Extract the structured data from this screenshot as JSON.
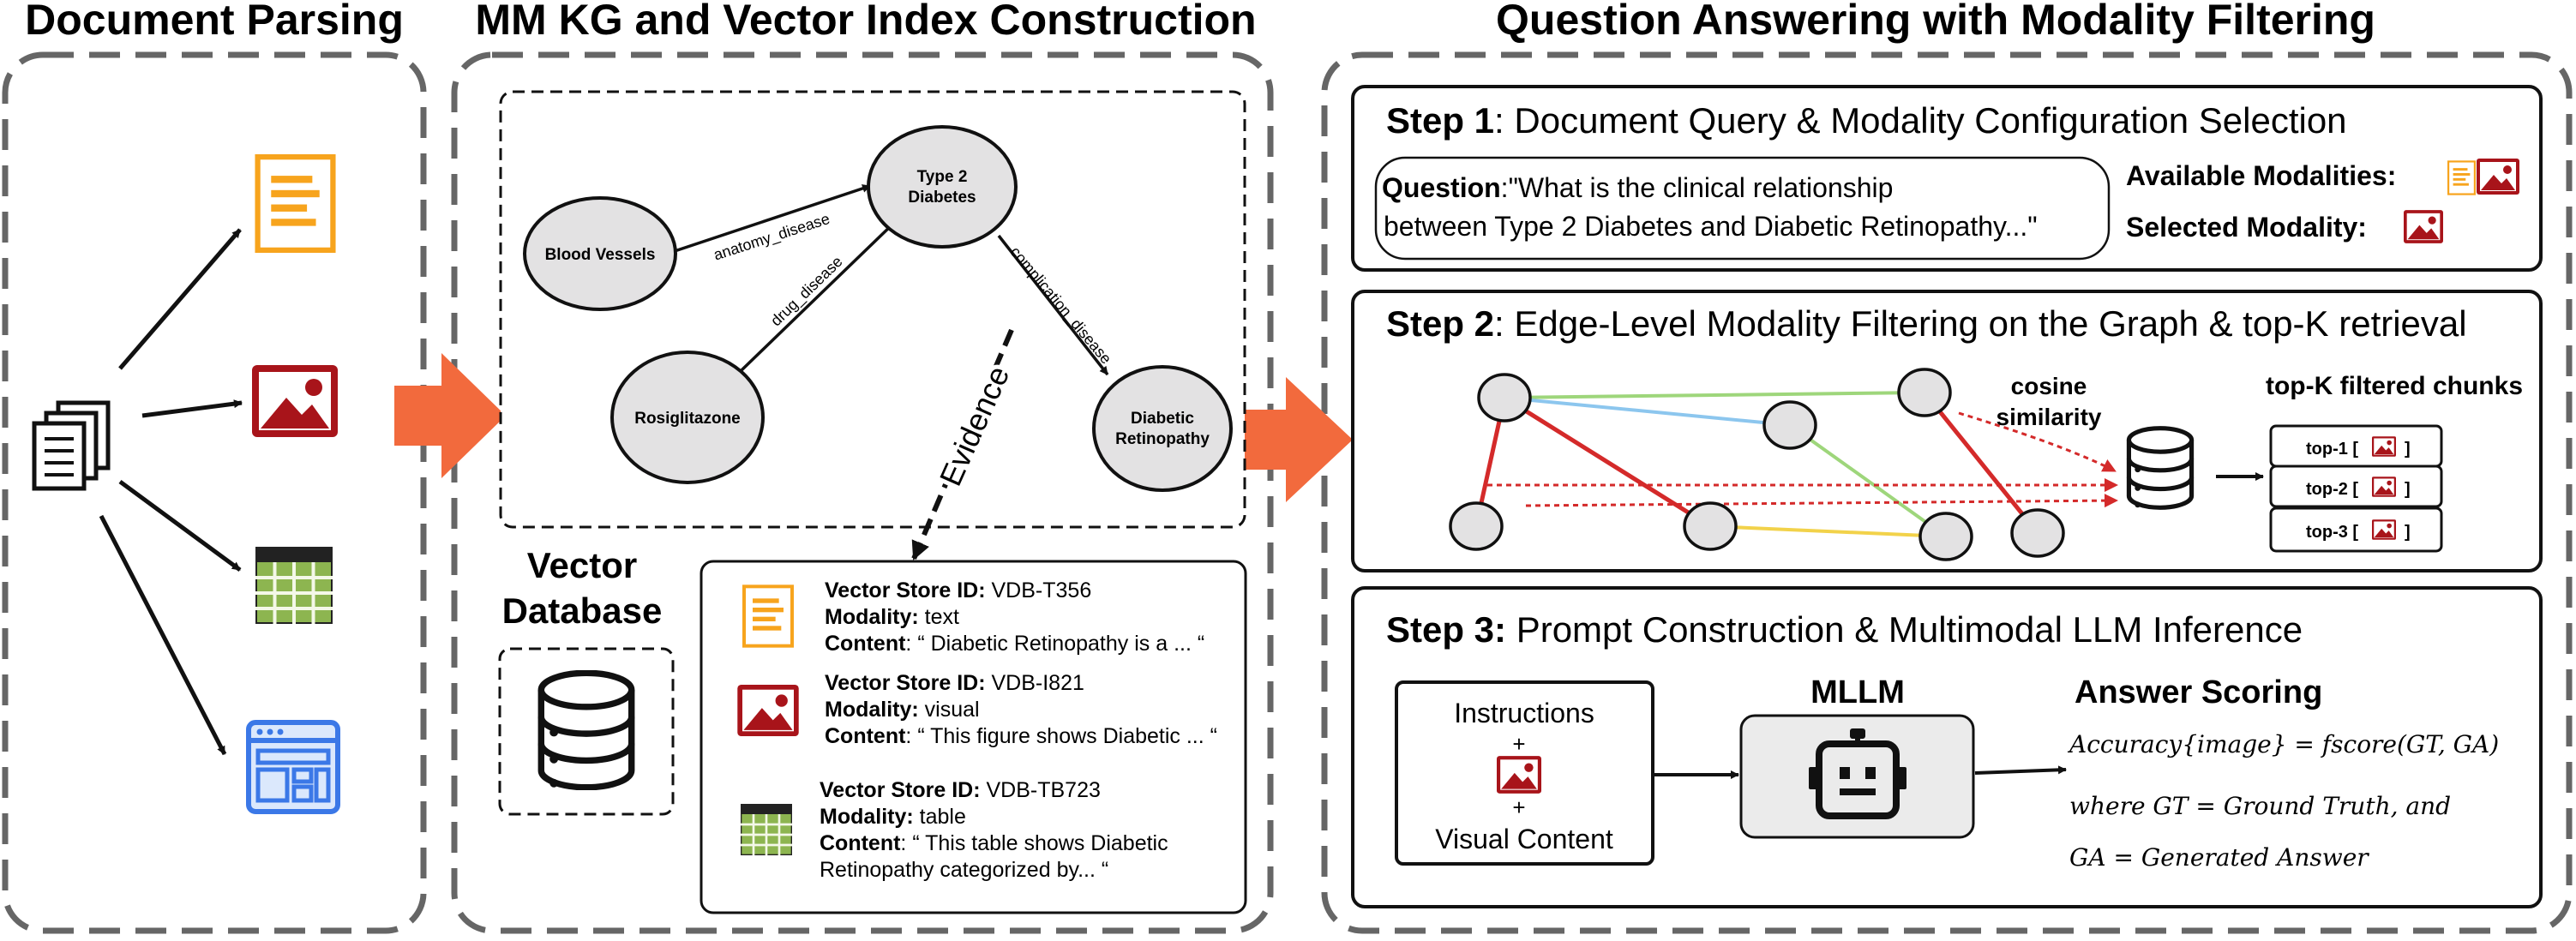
{
  "sections": {
    "parsing": {
      "title": "Document Parsing"
    },
    "kg": {
      "title": "MM KG and Vector Index Construction"
    },
    "qa": {
      "title": "Question Answering with Modality Filtering"
    }
  },
  "graph": {
    "nodes": {
      "blood_vessels": "Blood Vessels",
      "type2_line1": "Type 2",
      "type2_line2": "Diabetes",
      "rosiglitazone": "Rosiglitazone",
      "retinopathy_line1": "Diabetic",
      "retinopathy_line2": "Retinopathy"
    },
    "edges": {
      "anatomy_disease": "anatomy_disease",
      "drug_disease": "drug_disease",
      "complication_disease": "complication_disease"
    },
    "evidence_label": "Evidence"
  },
  "vector_db": {
    "label_line1": "Vector",
    "label_line2": "Database",
    "entries": [
      {
        "id_key": "Vector Store ID:",
        "id_val": " VDB-T356",
        "mod_key": "Modality:",
        "mod_val": " text",
        "content_key": "Content",
        "content_val": ": “ Diabetic Retinopathy is a ... “",
        "content_val2": ""
      },
      {
        "id_key": "Vector Store ID:",
        "id_val": " VDB-I821",
        "mod_key": "Modality:",
        "mod_val": " visual",
        "content_key": "Content",
        "content_val": ": “ This figure shows Diabetic ... “",
        "content_val2": ""
      },
      {
        "id_key": "Vector Store ID:",
        "id_val": " VDB-TB723",
        "mod_key": "Modality:",
        "mod_val": " table",
        "content_key": "Content",
        "content_val": ": “ This table shows Diabetic",
        "content_val2": "Retinopathy categorized by... “"
      }
    ]
  },
  "step1": {
    "bold": "Step 1",
    "rest": ": Document Query & Modality Configuration Selection",
    "question_key": "Question",
    "question_line1": ":\"What is the clinical relationship",
    "question_line2": "between Type 2 Diabetes and Diabetic Retinopathy...\"",
    "available": "Available Modalities:",
    "selected": "Selected Modality:"
  },
  "step2": {
    "bold": "Step 2",
    "rest": ": Edge-Level Modality Filtering on the Graph & top-K retrieval",
    "cosine_line1": "cosine",
    "cosine_line2": "similarity",
    "topk_title": "top-K filtered chunks",
    "chunks": [
      "top-1 [",
      "top-2 [",
      "top-3 ["
    ],
    "chunk_close": "]"
  },
  "step3": {
    "bold": "Step 3:",
    "rest": " Prompt Construction & Multimodal LLM Inference",
    "instructions": "Instructions",
    "plus": "+",
    "visual_content": "Visual Content",
    "mllm": "MLLM",
    "answer_scoring": "Answer Scoring",
    "formula_line1": "Accuracy{image} = fscore(GT, GA)",
    "formula_line2": "where GT = Ground Truth,  and",
    "formula_line3": "GA = Generated Answer"
  },
  "colors": {
    "arrow": "#f26a3d",
    "doc_orange": "#f7a41d",
    "image_red": "#a8141a",
    "table_green": "#8db550",
    "web_blue": "#3b78e7",
    "edge_red": "#d42a2a",
    "edge_green": "#9ed67b",
    "edge_blue": "#8cc6ee",
    "edge_yellow": "#f2d24a",
    "node_fill": "#e3e2e3"
  }
}
